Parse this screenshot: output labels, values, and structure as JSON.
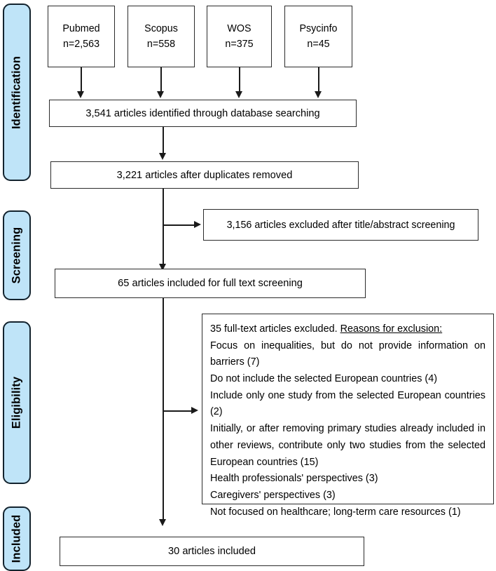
{
  "diagram": {
    "title": "PRISMA flow diagram",
    "accent_color": "#bfe4f8",
    "border_color": "#13232e",
    "box_border_color": "#2b2b2b",
    "connector_color": "#1a1a1a"
  },
  "stages": [
    {
      "key": "identification",
      "label": "Identification"
    },
    {
      "key": "screening",
      "label": "Screening"
    },
    {
      "key": "eligibility",
      "label": "Eligibility"
    },
    {
      "key": "included",
      "label": "Included"
    }
  ],
  "sources": [
    {
      "name": "Pubmed",
      "count_label": "n=2,563",
      "count": 2563
    },
    {
      "name": "Scopus",
      "count_label": "n=558",
      "count": 558
    },
    {
      "name": "WOS",
      "count_label": "n=375",
      "count": 375
    },
    {
      "name": "Psycinfo",
      "count_label": "n=45",
      "count": 45
    }
  ],
  "flow": {
    "identified": "3,541 articles identified through database searching",
    "after_duplicates": "3,221 articles after duplicates removed",
    "excluded_title_abstract": "3,156 articles excluded after title/abstract screening",
    "full_text_screening": "65 articles included for full text screening",
    "included_final": "30 articles included"
  },
  "exclusions": {
    "heading_lead": "35 full-text articles excluded. ",
    "heading_underlined": "Reasons for exclusion:",
    "reasons": [
      "Focus on inequalities, but do not provide information on barriers (7)",
      "Do not include the selected European countries (4)",
      "Include only one study from the selected European countries (2)",
      "Initially, or after removing primary studies already included in other reviews, contribute only two studies from the selected European countries (15)",
      "Health professionals' perspectives (3)",
      "Caregivers' perspectives (3)",
      "Not focused on healthcare; long-term care resources (1)"
    ]
  },
  "chart_data": {
    "type": "diagram",
    "title": "PRISMA flow diagram",
    "nodes": [
      {
        "id": "pubmed",
        "label": "Pubmed n=2,563",
        "value": 2563,
        "stage": "Identification"
      },
      {
        "id": "scopus",
        "label": "Scopus n=558",
        "value": 558,
        "stage": "Identification"
      },
      {
        "id": "wos",
        "label": "WOS n=375",
        "value": 375,
        "stage": "Identification"
      },
      {
        "id": "psycinfo",
        "label": "Psycinfo n=45",
        "value": 45,
        "stage": "Identification"
      },
      {
        "id": "identified",
        "label": "3,541 articles identified through database searching",
        "value": 3541,
        "stage": "Identification"
      },
      {
        "id": "after_duplicates",
        "label": "3,221 articles after duplicates removed",
        "value": 3221,
        "stage": "Screening"
      },
      {
        "id": "excluded_ta",
        "label": "3,156 articles excluded after title/abstract screening",
        "value": 3156,
        "stage": "Screening"
      },
      {
        "id": "full_text",
        "label": "65 articles included for full text screening",
        "value": 65,
        "stage": "Screening"
      },
      {
        "id": "excluded_ft",
        "label": "35 full-text articles excluded",
        "value": 35,
        "stage": "Eligibility"
      },
      {
        "id": "included",
        "label": "30 articles included",
        "value": 30,
        "stage": "Included"
      }
    ],
    "exclusion_breakdown": [
      {
        "reason": "Focus on inequalities, but do not provide information on barriers",
        "count": 7
      },
      {
        "reason": "Do not include the selected European countries",
        "count": 4
      },
      {
        "reason": "Include only one study from the selected European countries",
        "count": 2
      },
      {
        "reason": "Initially, or after removing primary studies already included in other reviews, contribute only two studies from the selected European countries",
        "count": 15
      },
      {
        "reason": "Health professionals' perspectives",
        "count": 3
      },
      {
        "reason": "Caregivers' perspectives",
        "count": 3
      },
      {
        "reason": "Not focused on healthcare; long-term care resources",
        "count": 1
      }
    ]
  }
}
